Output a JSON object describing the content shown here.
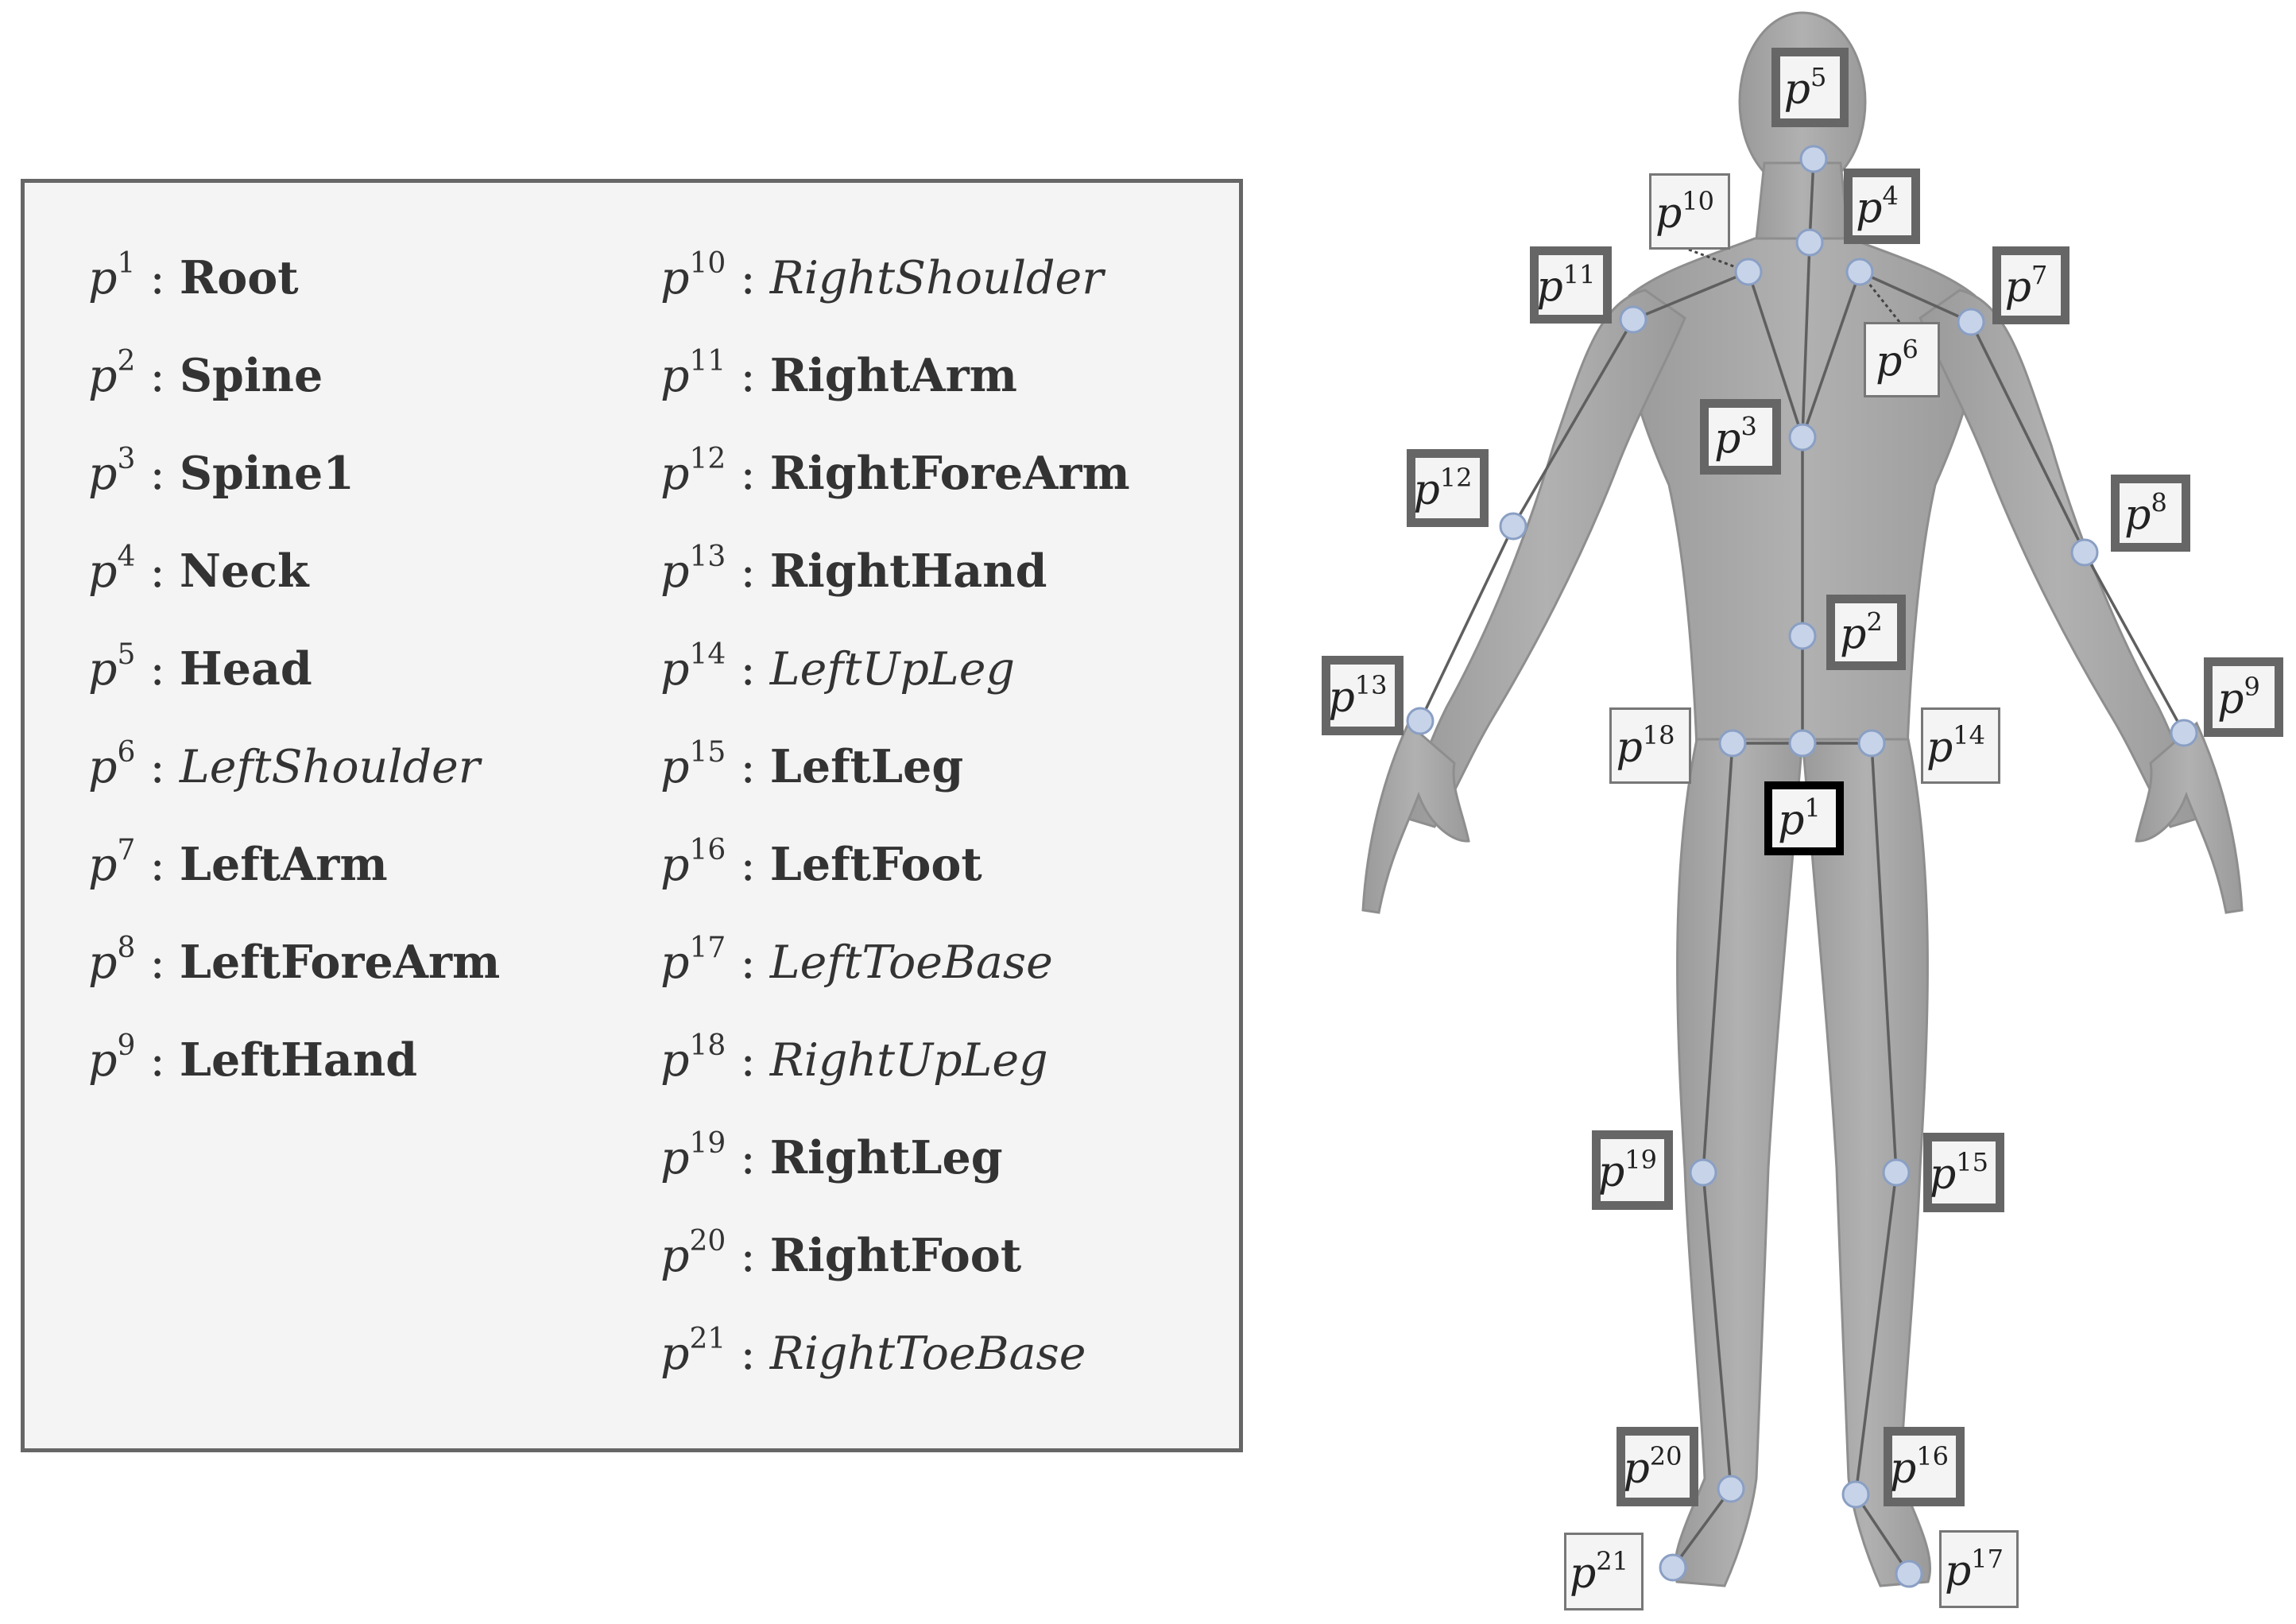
{
  "legend": {
    "left_column": [
      {
        "id": "1",
        "name": "Root",
        "style": "bold"
      },
      {
        "id": "2",
        "name": "Spine",
        "style": "bold"
      },
      {
        "id": "3",
        "name": "Spine1",
        "style": "bold"
      },
      {
        "id": "4",
        "name": "Neck",
        "style": "bold"
      },
      {
        "id": "5",
        "name": "Head",
        "style": "bold"
      },
      {
        "id": "6",
        "name": "LeftShoulder",
        "style": "italic"
      },
      {
        "id": "7",
        "name": "LeftArm",
        "style": "bold"
      },
      {
        "id": "8",
        "name": "LeftForeArm",
        "style": "bold"
      },
      {
        "id": "9",
        "name": "LeftHand",
        "style": "bold"
      }
    ],
    "right_column": [
      {
        "id": "10",
        "name": "RightShoulder",
        "style": "italic"
      },
      {
        "id": "11",
        "name": "RightArm",
        "style": "bold"
      },
      {
        "id": "12",
        "name": "RightForeArm",
        "style": "bold"
      },
      {
        "id": "13",
        "name": "RightHand",
        "style": "bold"
      },
      {
        "id": "14",
        "name": "LeftUpLeg",
        "style": "italic"
      },
      {
        "id": "15",
        "name": "LeftLeg",
        "style": "bold"
      },
      {
        "id": "16",
        "name": "LeftFoot",
        "style": "bold"
      },
      {
        "id": "17",
        "name": "LeftToeBase",
        "style": "italic"
      },
      {
        "id": "18",
        "name": "RightUpLeg",
        "style": "italic"
      },
      {
        "id": "19",
        "name": "RightLeg",
        "style": "bold"
      },
      {
        "id": "20",
        "name": "RightFoot",
        "style": "bold"
      },
      {
        "id": "21",
        "name": "RightToeBase",
        "style": "italic"
      }
    ],
    "symbol": "p",
    "separator": ":"
  },
  "joint_labels": {
    "p1": "1",
    "p2": "2",
    "p3": "3",
    "p4": "4",
    "p5": "5",
    "p6": "6",
    "p7": "7",
    "p8": "8",
    "p9": "9",
    "p10": "10",
    "p11": "11",
    "p12": "12",
    "p13": "13",
    "p14": "14",
    "p15": "15",
    "p16": "16",
    "p17": "17",
    "p18": "18",
    "p19": "19",
    "p20": "20",
    "p21": "21"
  },
  "colors": {
    "body": "#a6a6a6",
    "bone": "#5f5f5f",
    "joint_fill": "#c7d3e8",
    "joint_stroke": "#8a9fc4",
    "label_bg": "#f4f4f4",
    "thick_border": "#666666",
    "thin_border": "#777777",
    "root_border": "#000000",
    "legend_text": "#333333"
  }
}
